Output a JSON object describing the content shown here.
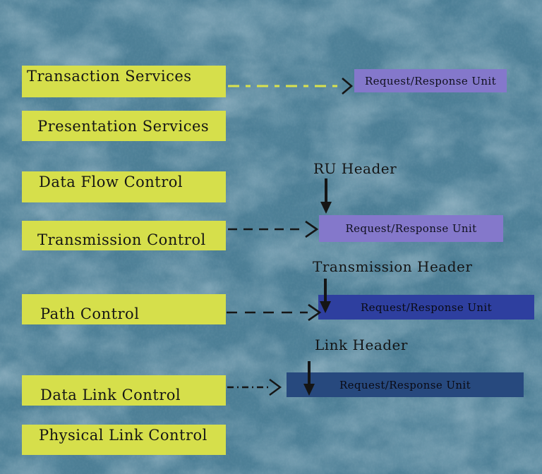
{
  "colors": {
    "background": "#4c7e95",
    "layer_box": "#d6df4b",
    "ru_purple": "#8478cb",
    "ru_royal_blue": "#2e3f9f",
    "ru_navy": "#27497e",
    "arrow_yellow": "#d9e24e",
    "arrow_black": "#151515",
    "text_dark": "#151515"
  },
  "layers": [
    {
      "label": "Transaction Services"
    },
    {
      "label": "Presentation Services"
    },
    {
      "label": "Data Flow Control"
    },
    {
      "label": "Transmission Control"
    },
    {
      "label": "Path Control"
    },
    {
      "label": "Data Link Control"
    },
    {
      "label": "Physical Link Control"
    }
  ],
  "ru_units": [
    {
      "label": "Request/Response Unit",
      "color": "#8478cb"
    },
    {
      "label": "Request/Response Unit",
      "color": "#8478cb"
    },
    {
      "label": "Request/Response Unit",
      "color": "#2e3f9f"
    },
    {
      "label": "Request/Response Unit",
      "color": "#27497e"
    }
  ],
  "headers": [
    {
      "label": "RU Header"
    },
    {
      "label": "Transmission Header"
    },
    {
      "label": "Link Header"
    }
  ]
}
